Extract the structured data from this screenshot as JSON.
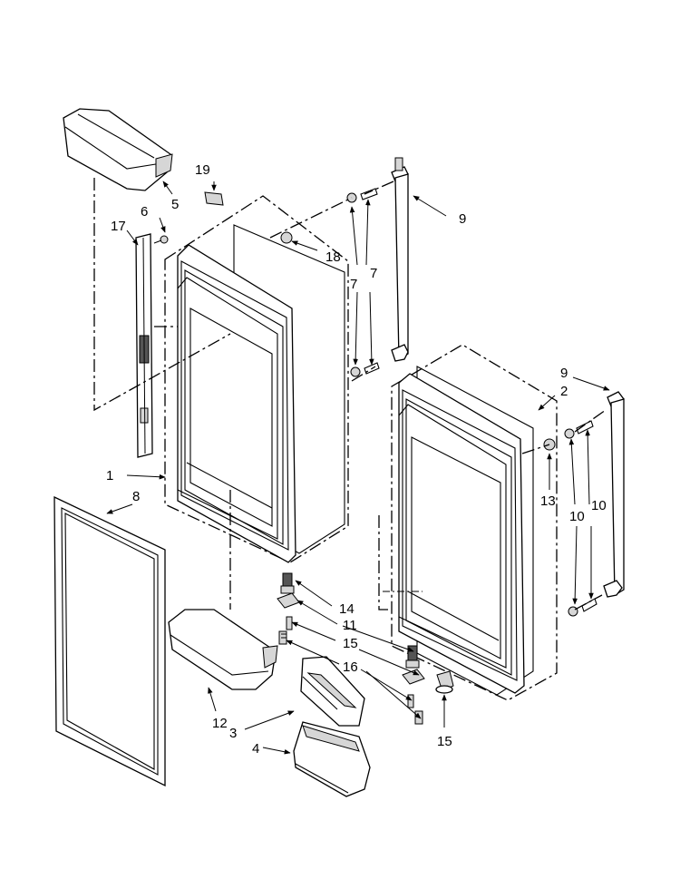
{
  "diagram": {
    "callouts": [
      {
        "id": "c1",
        "text": "1"
      },
      {
        "id": "c2",
        "text": "2"
      },
      {
        "id": "c3",
        "text": "3"
      },
      {
        "id": "c4",
        "text": "4"
      },
      {
        "id": "c5",
        "text": "5"
      },
      {
        "id": "c6",
        "text": "6"
      },
      {
        "id": "c7a",
        "text": "7"
      },
      {
        "id": "c7b",
        "text": "7"
      },
      {
        "id": "c8",
        "text": "8"
      },
      {
        "id": "c9a",
        "text": "9"
      },
      {
        "id": "c9b",
        "text": "9"
      },
      {
        "id": "c10a",
        "text": "10"
      },
      {
        "id": "c10b",
        "text": "10"
      },
      {
        "id": "c11",
        "text": "11"
      },
      {
        "id": "c12",
        "text": "12"
      },
      {
        "id": "c13",
        "text": "13"
      },
      {
        "id": "c14",
        "text": "14"
      },
      {
        "id": "c15a",
        "text": "15"
      },
      {
        "id": "c15b",
        "text": "15"
      },
      {
        "id": "c16",
        "text": "16"
      },
      {
        "id": "c17",
        "text": "17"
      },
      {
        "id": "c18",
        "text": "18"
      },
      {
        "id": "c19",
        "text": "19"
      }
    ]
  }
}
